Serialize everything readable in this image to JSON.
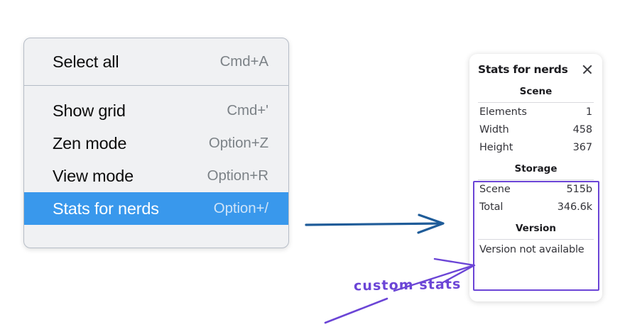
{
  "canvas": {
    "background": "#ffffff",
    "accent_blue": "#3998ec",
    "annotation_purple": "#6b45d6",
    "arrow_blue": "#1f5c99"
  },
  "context_menu": {
    "name": "context-menu",
    "groups": [
      {
        "items": [
          {
            "label": "Select all",
            "shortcut": "Cmd+A",
            "highlighted": false
          }
        ]
      },
      {
        "items": [
          {
            "label": "Show grid",
            "shortcut": "Cmd+'",
            "highlighted": false
          },
          {
            "label": "Zen mode",
            "shortcut": "Option+Z",
            "highlighted": false
          },
          {
            "label": "View mode",
            "shortcut": "Option+R",
            "highlighted": false
          },
          {
            "label": "Stats for nerds",
            "shortcut": "Option+/",
            "highlighted": true
          }
        ]
      }
    ]
  },
  "stats_panel": {
    "title": "Stats for nerds",
    "close_icon": "close-icon",
    "sections": [
      {
        "heading": "Scene",
        "rows": [
          {
            "key": "Elements",
            "value": "1"
          },
          {
            "key": "Width",
            "value": "458"
          },
          {
            "key": "Height",
            "value": "367"
          }
        ]
      },
      {
        "heading": "Storage",
        "rows": [
          {
            "key": "Scene",
            "value": "515b"
          },
          {
            "key": "Total",
            "value": "346.6k"
          }
        ]
      },
      {
        "heading": "Version",
        "plain_rows": [
          "Version not available"
        ]
      }
    ]
  },
  "annotations": {
    "handwritten_label": "custom stats",
    "blue_arrow": "arrow-right-icon",
    "purple_arrow": "arrow-pointer-icon",
    "purple_underline": "underline-stroke"
  }
}
